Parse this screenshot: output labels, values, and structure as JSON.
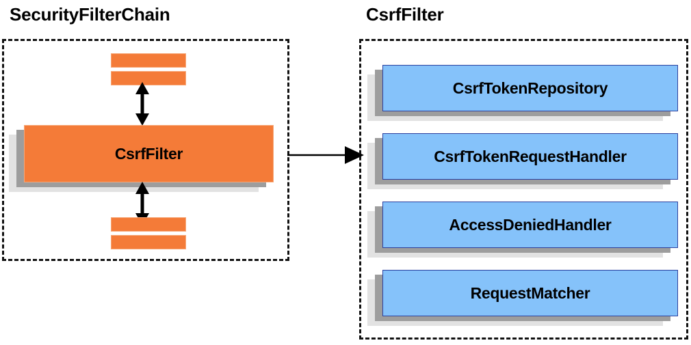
{
  "diagram": {
    "type": "component-diagram",
    "title_left": "SecurityFilterChain",
    "title_right": "CsrfFilter",
    "colors": {
      "orange_fill": "#f47b38",
      "orange_border": "#f7a878",
      "blue_fill": "#85c2fa",
      "blue_border": "#2a3f9e",
      "shadow_mid": "#9d9d9d",
      "shadow_back": "#e2e2e2",
      "panel_border": "#111111",
      "text": "#000000"
    }
  },
  "left_panel": {
    "title": "SecurityFilterChain",
    "filters_above": [
      {
        "label": ""
      },
      {
        "label": ""
      }
    ],
    "focus_component": {
      "label": "CsrfFilter"
    },
    "filters_below": [
      {
        "label": ""
      },
      {
        "label": ""
      }
    ],
    "arrow_up": {
      "name": "bidirectional-arrow-up",
      "glyph": "↕"
    },
    "arrow_down": {
      "name": "bidirectional-arrow-down",
      "glyph": "↕"
    }
  },
  "connector": {
    "name": "csrffilter-expansion-arrow",
    "direction": "right",
    "glyph": "→"
  },
  "right_panel": {
    "title": "CsrfFilter",
    "collaborators": [
      {
        "label": "CsrfTokenRepository"
      },
      {
        "label": "CsrfTokenRequestHandler"
      },
      {
        "label": "AccessDeniedHandler"
      },
      {
        "label": "RequestMatcher"
      }
    ]
  }
}
